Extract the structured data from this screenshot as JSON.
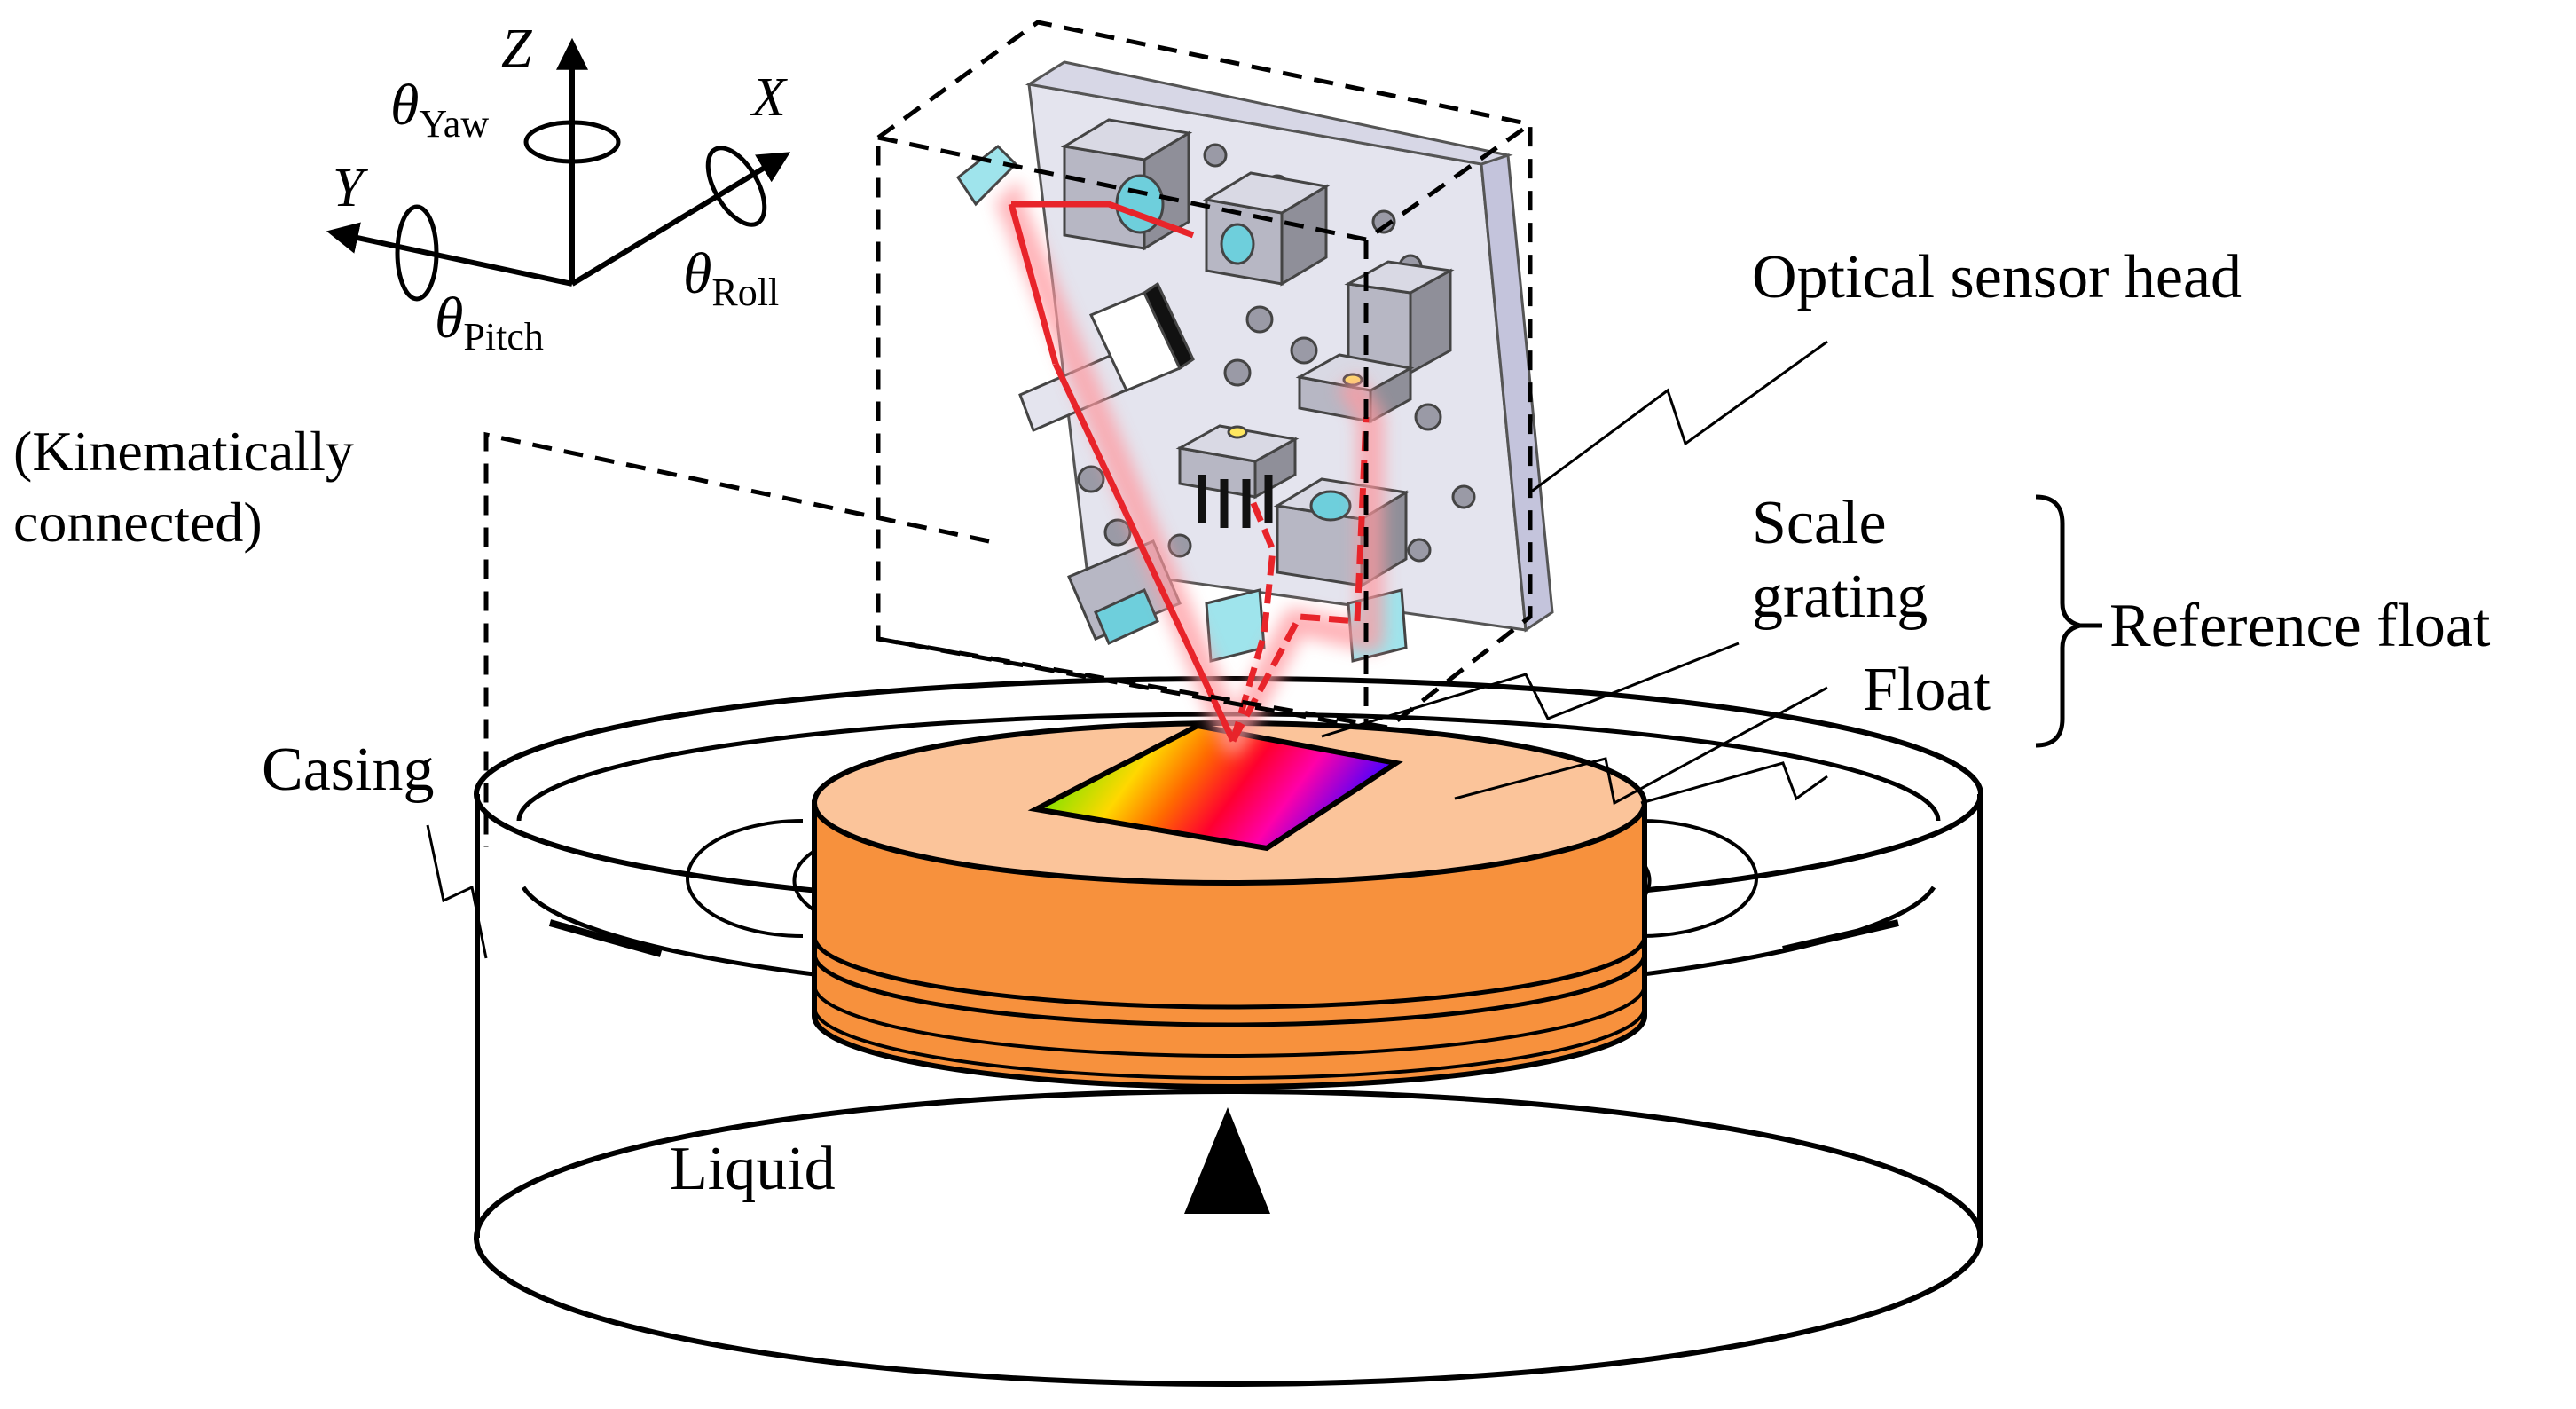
{
  "axes": {
    "z": "Z",
    "x": "X",
    "y": "Y",
    "theta": "θ",
    "yaw_sub": "Yaw",
    "roll_sub": "Roll",
    "pitch_sub": "Pitch"
  },
  "labels": {
    "kinematic_line1": "(Kinematically",
    "kinematic_line2": "connected)",
    "optical_sensor_head": "Optical sensor head",
    "scale_line1": "Scale",
    "scale_line2": "grating",
    "float": "Float",
    "reference_float": "Reference float",
    "casing": "Casing",
    "liquid": "Liquid"
  },
  "colors": {
    "float_top": "#fbc49a",
    "float_side": "#f7913d",
    "laser": "#e8242a",
    "laser_glow": "#ff9aa0",
    "head_metal": "#c9c9d6",
    "head_dark": "#8f8f99",
    "head_light": "#e4e4ee",
    "optic_cyan": "#9fe4ec"
  }
}
